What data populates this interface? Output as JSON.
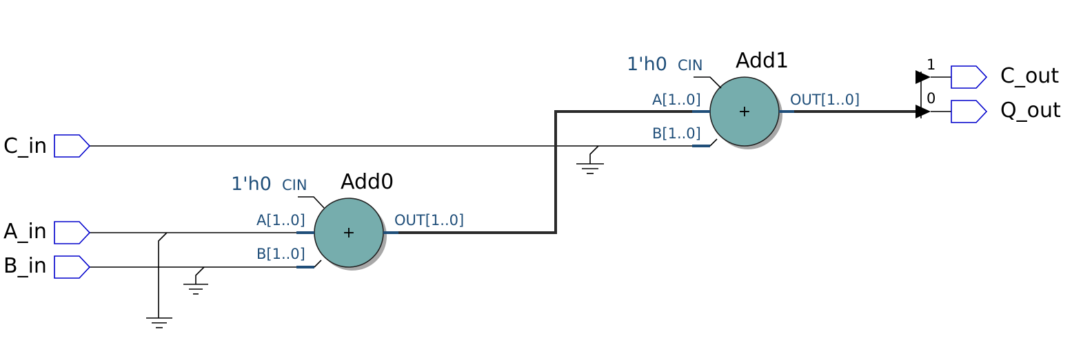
{
  "inputs": {
    "c_in": "C_in",
    "a_in": "A_in",
    "b_in": "B_in"
  },
  "outputs": {
    "c_out": "C_out",
    "q_out": "Q_out"
  },
  "add0": {
    "name": "Add0",
    "const": "1'h0",
    "cin": "CIN",
    "port_a": "A[1..0]",
    "port_b": "B[1..0]",
    "port_out": "OUT[1..0]",
    "symbol": "+"
  },
  "add1": {
    "name": "Add1",
    "const": "1'h0",
    "cin": "CIN",
    "port_a": "A[1..0]",
    "port_b": "B[1..0]",
    "port_out": "OUT[1..0]",
    "symbol": "+"
  },
  "bus_split": {
    "bit1": "1",
    "bit0": "0"
  },
  "colors": {
    "pin_stroke": "#0000cc",
    "adder_fill": "#76adad",
    "port_label": "#1f4e79"
  }
}
